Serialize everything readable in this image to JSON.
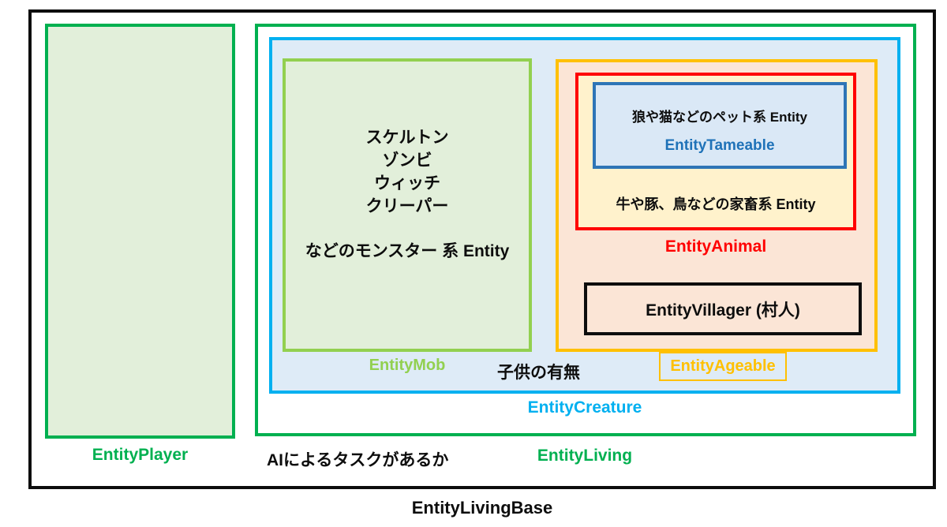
{
  "diagram": {
    "root": {
      "label": "EntityLivingBase"
    },
    "player": {
      "label": "EntityPlayer"
    },
    "living": {
      "label": "EntityLiving",
      "annotation": "AIによるタスクがあるか"
    },
    "creature": {
      "label": "EntityCreature",
      "annotation": "子供の有無"
    },
    "mob": {
      "label": "EntityMob",
      "monsters": [
        "スケルトン",
        "ゾンビ",
        "ウィッチ",
        "クリーパー"
      ],
      "summary": "などのモンスター 系 Entity"
    },
    "ageable": {
      "label": "EntityAgeable"
    },
    "animal": {
      "label": "EntityAnimal",
      "livestock_text": "牛や豚、鳥などの家畜系 Entity"
    },
    "tameable": {
      "label": "EntityTameable",
      "pet_text": "狼や猫などのペット系 Entity"
    },
    "villager": {
      "label": "EntityVillager (村人)"
    }
  },
  "colors": {
    "outline_black": "#0d0d0d",
    "green_dark": "#00B050",
    "green_light_border": "#92D050",
    "green_fill": "#E2EFDA",
    "cyan": "#00B0F0",
    "blue_fill": "#DEEBF7",
    "orange": "#FFC000",
    "peach_fill": "#FBE5D6",
    "red": "#FF0000",
    "cream_fill": "#FFF2CC",
    "blue_dark": "#2E75B6",
    "blue_text": "#1F72B8"
  }
}
